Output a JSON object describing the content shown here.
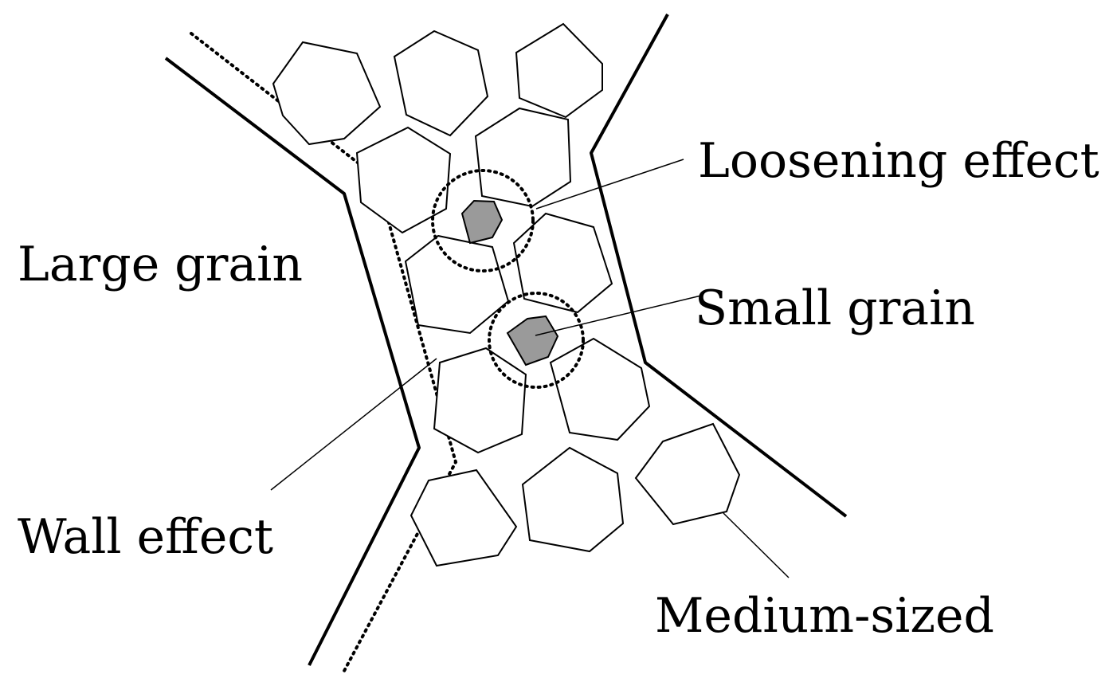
{
  "labels": {
    "loosening_effect": "Loosening effect",
    "large_grain": "Large grain",
    "small_grain": "Small grain",
    "wall_effect": "Wall effect",
    "medium_sized": "Medium-sized"
  },
  "colors": {
    "stroke": "#000000",
    "small_grain_fill": "#9a9a9a",
    "background": "#ffffff"
  }
}
